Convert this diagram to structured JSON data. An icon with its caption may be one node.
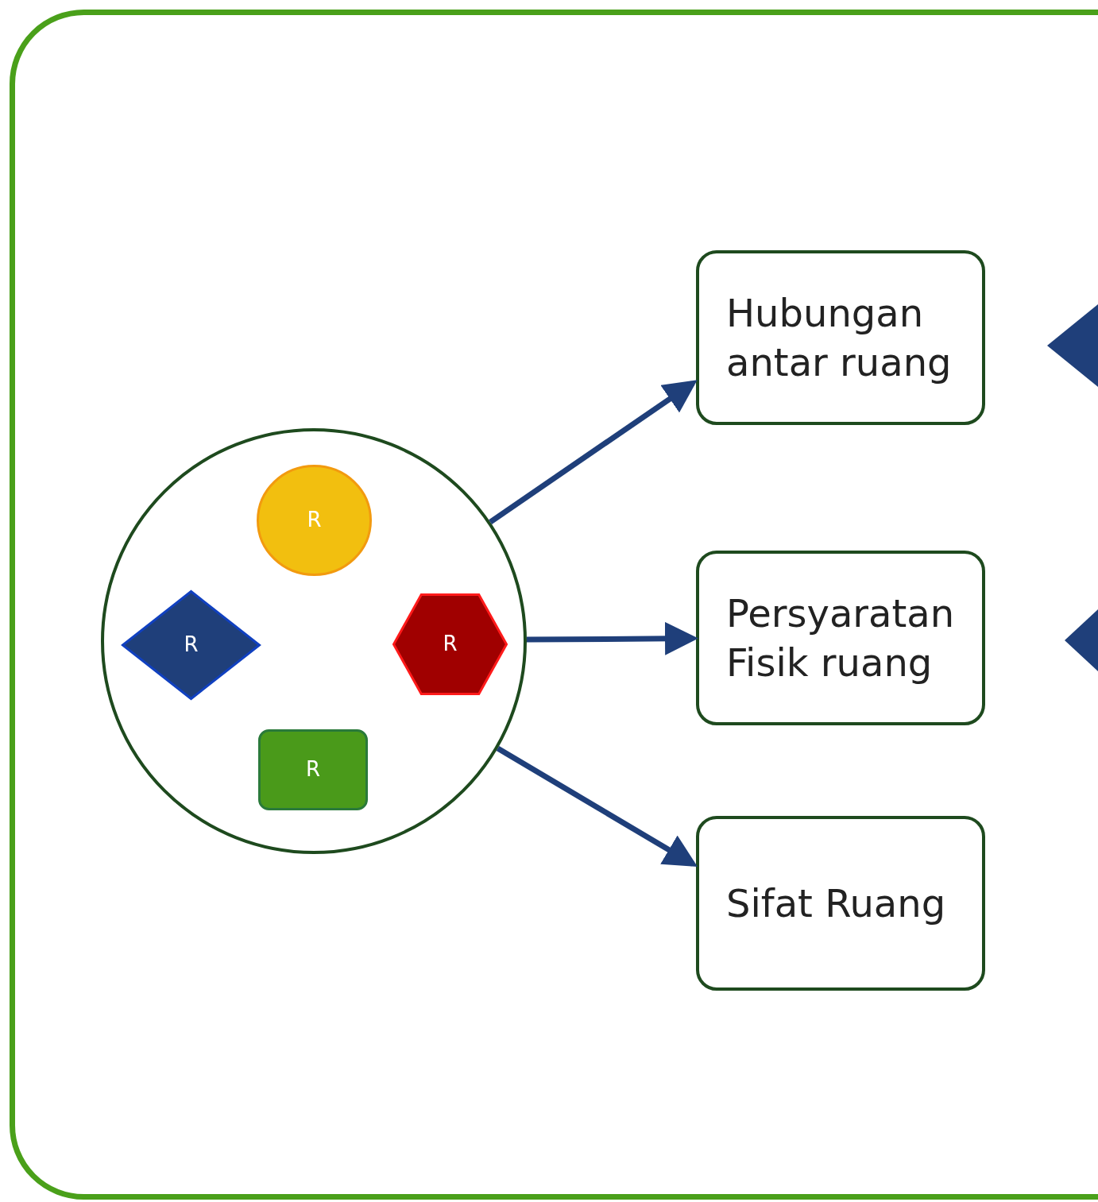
{
  "diagram": {
    "nodes": [
      {
        "text": [],
        "shape": "box"
      },
      {
        "text": [],
        "shape": "circle",
        "in": 0
      },
      {
        "text": [
          "R"
        ],
        "in": 1
      },
      {
        "text": [
          "R"
        ],
        "in": 1
      },
      {
        "text": [
          "R"
        ],
        "in": 1
      },
      {
        "text": [
          "R"
        ],
        "in": 1
      },
      {
        "text": [
          "Hubungan antar ruang"
        ],
        "in": 0
      },
      {
        "text": [
          "Persyaratan Fisik ruang"
        ],
        "in": 0
      },
      {
        "text": [
          "Sifat Ruang"
        ],
        "in": 0
      },
      {
        "text": [],
        "shape": "diamond",
        "in": 0
      },
      {
        "text": [],
        "shape": "diamond",
        "in": 0
      }
    ],
    "edges": [
      {
        "from": 1,
        "to": 6,
        "arrow": "to"
      },
      {
        "from": 1,
        "to": 7,
        "arrow": "to"
      },
      {
        "from": 1,
        "to": 8,
        "arrow": "to"
      }
    ]
  }
}
